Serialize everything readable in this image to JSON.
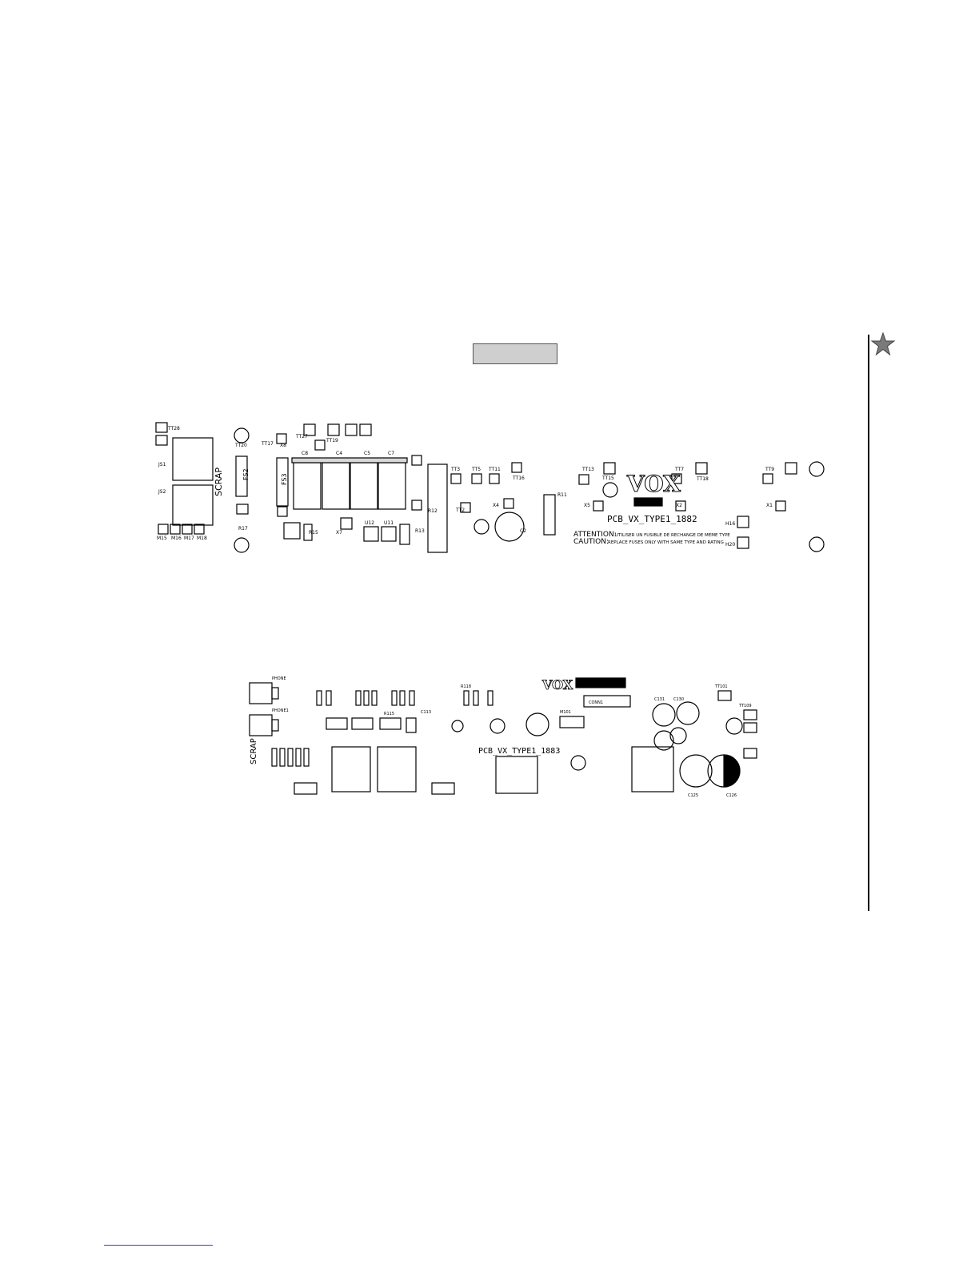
{
  "board1": {
    "scrap": "SCRAP",
    "brand": "VOX",
    "pcb_label": "PCB_VX_TYPE1_1882",
    "attention_title": "ATTENTION:",
    "attention_text": "UTILISER UN FUSIBLE DE RECHANGE DE MEME TYPE",
    "caution_title": "CAUTION:",
    "caution_text": "REPLACE FUSES ONLY WITH SAME TYPE AND RATING",
    "fuse_label_a": "FS2",
    "fuse_label_b": "FS3",
    "ref_labels": {
      "t28": "TT28",
      "t20": "TT20",
      "t17": "TT17",
      "x8": "X8",
      "t27": "TT27",
      "t19": "TT19",
      "c8": "C8",
      "c4": "C4",
      "c5": "C5",
      "c7": "C7",
      "t3": "TT3",
      "t5": "TT5",
      "t11": "TT11",
      "t16": "TT16",
      "t13": "TT13",
      "t15": "TT15",
      "t7": "TT7",
      "t18": "TT18",
      "t9": "TT9",
      "t2": "TT2",
      "x4": "X4",
      "x5": "X5",
      "x2": "X2",
      "x1": "X1",
      "x7": "X7",
      "r12": "R12",
      "r13": "R13",
      "r11": "R11",
      "r17": "R17",
      "r15": "R15",
      "c2": "C2",
      "h16": "H16",
      "h20": "H20",
      "js1": "JS1",
      "js2": "JS2",
      "m15": "M15",
      "m16": "M16",
      "m17": "M17",
      "m18": "M18",
      "u12": "U12",
      "u11": "U11"
    }
  },
  "board2": {
    "scrap": "SCRAP",
    "brand": "VOX",
    "pcb_label": "PCB_VX_TYPE1_1883",
    "ref_labels": {
      "pnoise": "PHONE",
      "pnoise2": "PHONE1",
      "conn": "CONN1",
      "c131": "C131",
      "c130": "C130",
      "c125": "C125",
      "c126": "C126",
      "t101": "TT101",
      "t109": "TT109",
      "m101": "M101",
      "r115": "R115",
      "c113": "C113",
      "r118": "R118"
    }
  }
}
